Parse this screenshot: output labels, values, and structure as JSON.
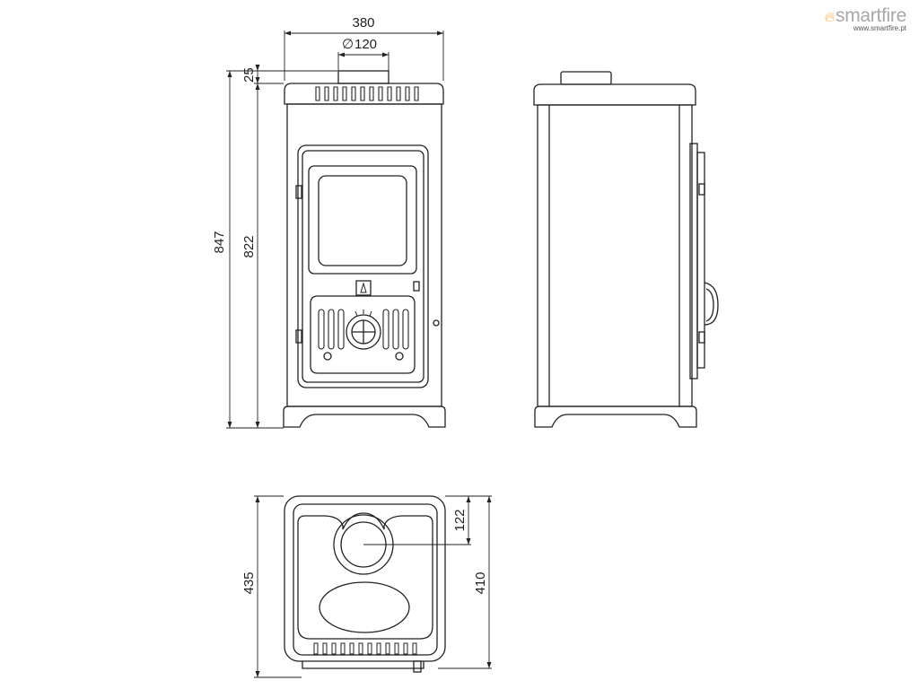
{
  "brand": {
    "name": "smartfire",
    "url": "www.smartfire.pt",
    "flame_color": "#f3b24a",
    "text_color": "#a8a8a8",
    "flame_icon": "flame-icon"
  },
  "dimensions": {
    "width_top": "380",
    "flue_diameter": "120",
    "flue_height": "25",
    "total_height": "847",
    "body_height": "822",
    "depth_total": "435",
    "depth_body": "410",
    "flue_offset": "122"
  },
  "symbols": {
    "diameter": "∅"
  },
  "line_color": "#222222"
}
